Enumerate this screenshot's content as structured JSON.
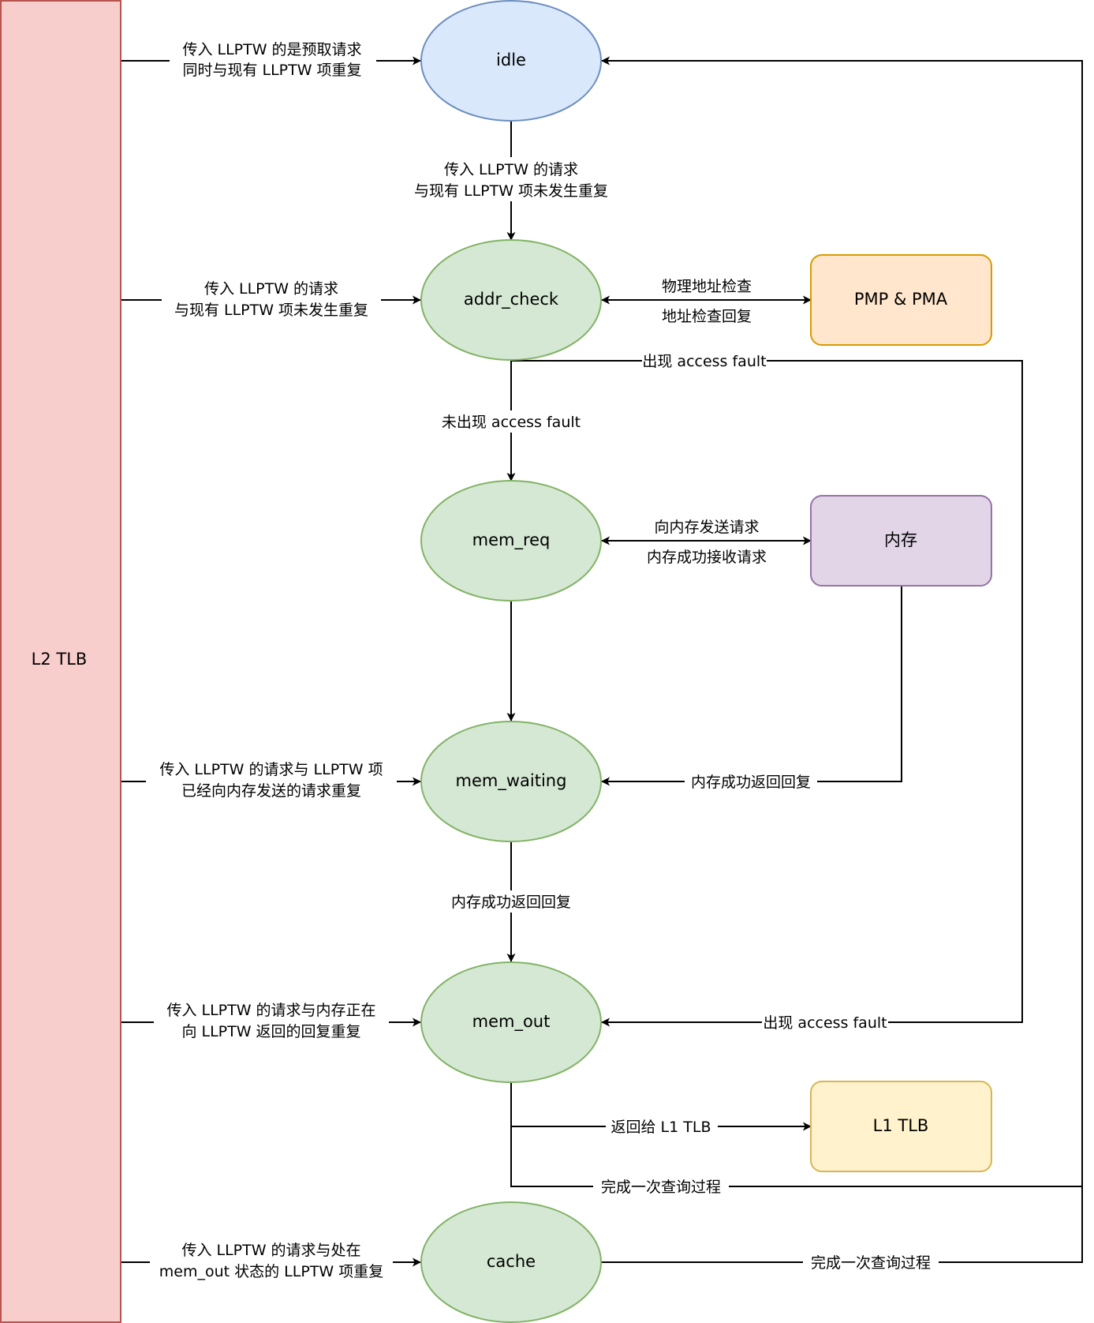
{
  "blocks": {
    "l2_tlb": {
      "label": "L2 TLB",
      "fill": "#f8cecc",
      "stroke": "#b85450"
    },
    "pmp_pma": {
      "label": "PMP & PMA",
      "fill": "#ffe6cc",
      "stroke": "#d79b00"
    },
    "memory": {
      "label": "内存",
      "fill": "#e1d5e7",
      "stroke": "#9673a6"
    },
    "l1_tlb": {
      "label": "L1 TLB",
      "fill": "#fff2cc",
      "stroke": "#d6b656"
    }
  },
  "states": {
    "idle": {
      "label": "idle",
      "fill": "#dae8fc",
      "stroke": "#6c8ebf"
    },
    "addr_check": {
      "label": "addr_check",
      "fill": "#d5e8d4",
      "stroke": "#82b366"
    },
    "mem_req": {
      "label": "mem_req",
      "fill": "#d5e8d4",
      "stroke": "#82b366"
    },
    "mem_waiting": {
      "label": "mem_waiting",
      "fill": "#d5e8d4",
      "stroke": "#82b366"
    },
    "mem_out": {
      "label": "mem_out",
      "fill": "#d5e8d4",
      "stroke": "#82b366"
    },
    "cache": {
      "label": "cache",
      "fill": "#d5e8d4",
      "stroke": "#82b366"
    }
  },
  "edges": {
    "l2_to_idle": [
      "传入 LLPTW 的是预取请求",
      "同时与现有 LLPTW 项重复"
    ],
    "idle_to_addr_check": [
      "传入 LLPTW 的请求",
      "与现有 LLPTW 项未发生重复"
    ],
    "l2_to_addr_check": [
      "传入 LLPTW 的请求",
      "与现有 LLPTW 项未发生重复"
    ],
    "addr_check_to_pmp": "物理地址检查",
    "pmp_to_addr_check": "地址检查回复",
    "access_fault_top": "出现 access fault",
    "no_access_fault": "未出现 access fault",
    "mem_req_to_memory": "向内存发送请求",
    "memory_to_mem_req": "内存成功接收请求",
    "l2_to_mem_waiting": [
      "传入 LLPTW 的请求与 LLPTW 项",
      "已经向内存发送的请求重复"
    ],
    "memory_to_mem_waiting": "内存成功返回回复",
    "mem_waiting_to_mem_out": "内存成功返回回复",
    "l2_to_mem_out": [
      "传入 LLPTW 的请求与内存正在",
      "向 LLPTW 返回的回复重复"
    ],
    "access_fault_bottom": "出现 access fault",
    "return_l1": "返回给 L1 TLB",
    "mem_out_done": "完成一次查询过程",
    "l2_to_cache": [
      "传入 LLPTW 的请求与处在",
      "mem_out 状态的 LLPTW 项重复"
    ],
    "cache_done": "完成一次查询过程"
  }
}
